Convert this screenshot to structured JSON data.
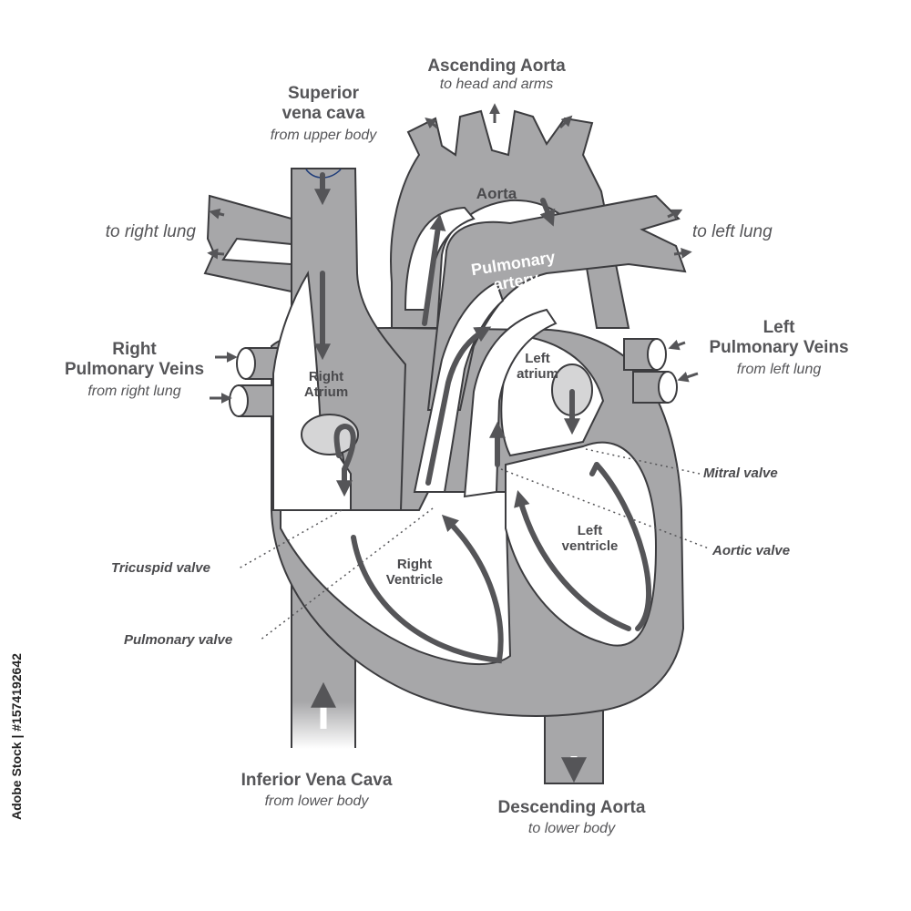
{
  "labels": {
    "ascending_aorta": {
      "title": "Ascending Aorta",
      "sub": "to head and arms"
    },
    "superior_vena_cava": {
      "title_line1": "Superior",
      "title_line2": "vena cava",
      "sub": "from upper body"
    },
    "aorta": "Aorta",
    "pulmonary_artery": {
      "line1": "Pulmonary",
      "line2": "artery"
    },
    "to_right_lung": "to right lung",
    "to_left_lung": "to left lung",
    "right_pulmonary_veins": {
      "line1": "Right",
      "line2": "Pulmonary Veins",
      "sub": "from right lung"
    },
    "left_pulmonary_veins": {
      "line1": "Left",
      "line2": "Pulmonary Veins",
      "sub": "from left lung"
    },
    "right_atrium": {
      "line1": "Right",
      "line2": "Atrium"
    },
    "left_atrium": {
      "line1": "Left",
      "line2": "atrium"
    },
    "right_ventricle": {
      "line1": "Right",
      "line2": "Ventricle"
    },
    "left_ventricle": {
      "line1": "Left",
      "line2": "ventricle"
    },
    "mitral_valve": "Mitral valve",
    "aortic_valve": "Aortic valve",
    "tricuspid_valve": "Tricuspid valve",
    "pulmonary_valve": "Pulmonary valve",
    "inferior_vena_cava": {
      "title": "Inferior Vena Cava",
      "sub": "from lower body"
    },
    "descending_aorta": {
      "title": "Descending Aorta",
      "sub": "to lower body"
    }
  },
  "credit": "Adobe Stock | #1574192642",
  "colors": {
    "vessel_fill": "#a7a7a9",
    "outline": "#3c3c3f",
    "arrow": "#555558",
    "text": "#555558"
  }
}
